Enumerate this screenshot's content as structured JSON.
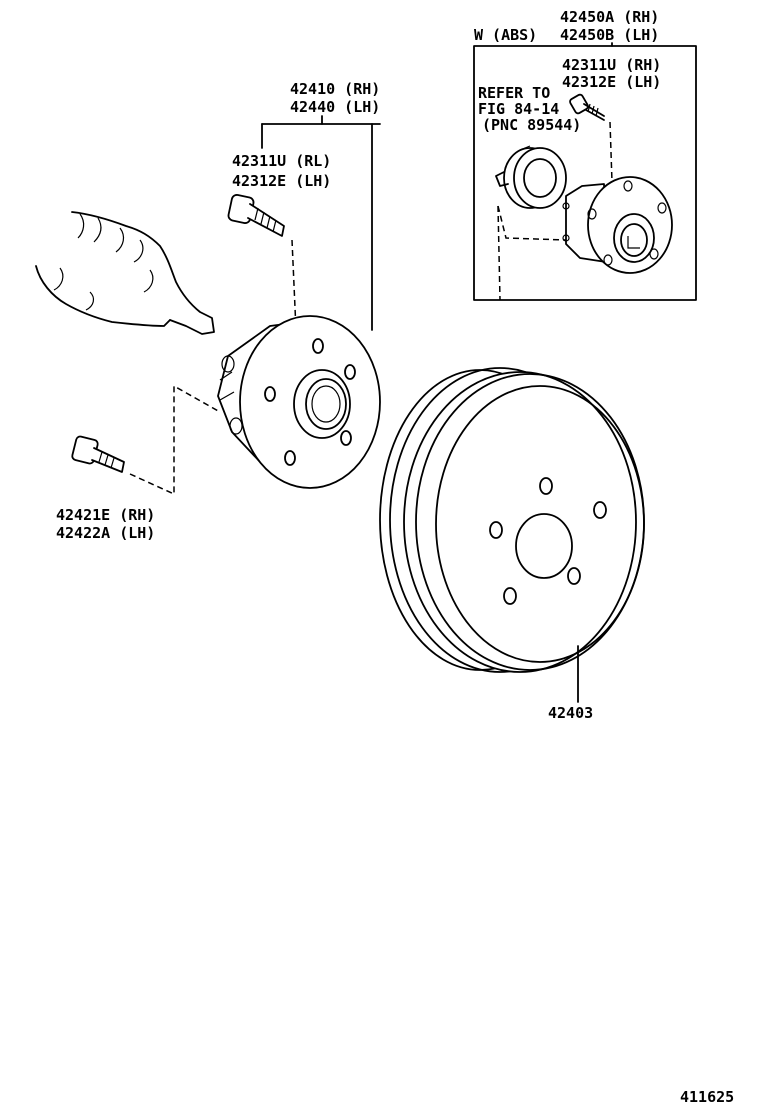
{
  "labels": {
    "abs_box_title": "W (ABS)",
    "abs_hub_rh": "42450A (RH)",
    "abs_hub_lh": "42450B (LH)",
    "abs_bolt_rh": "42311U (RH)",
    "abs_bolt_lh": "42312E (LH)",
    "refer_line1": "REFER TO",
    "refer_line2": "FIG 84-14",
    "refer_line3": "(PNC 89544)",
    "hub_rh": "42410 (RH)",
    "hub_lh": "42440 (LH)",
    "hub_bolt_rl": "42311U (RL)",
    "hub_bolt_lh": "42312E (LH)",
    "mount_bolt_rh": "42421E (RH)",
    "mount_bolt_lh": "42422A (LH)",
    "drum": "42403",
    "figure_number": "411625"
  }
}
